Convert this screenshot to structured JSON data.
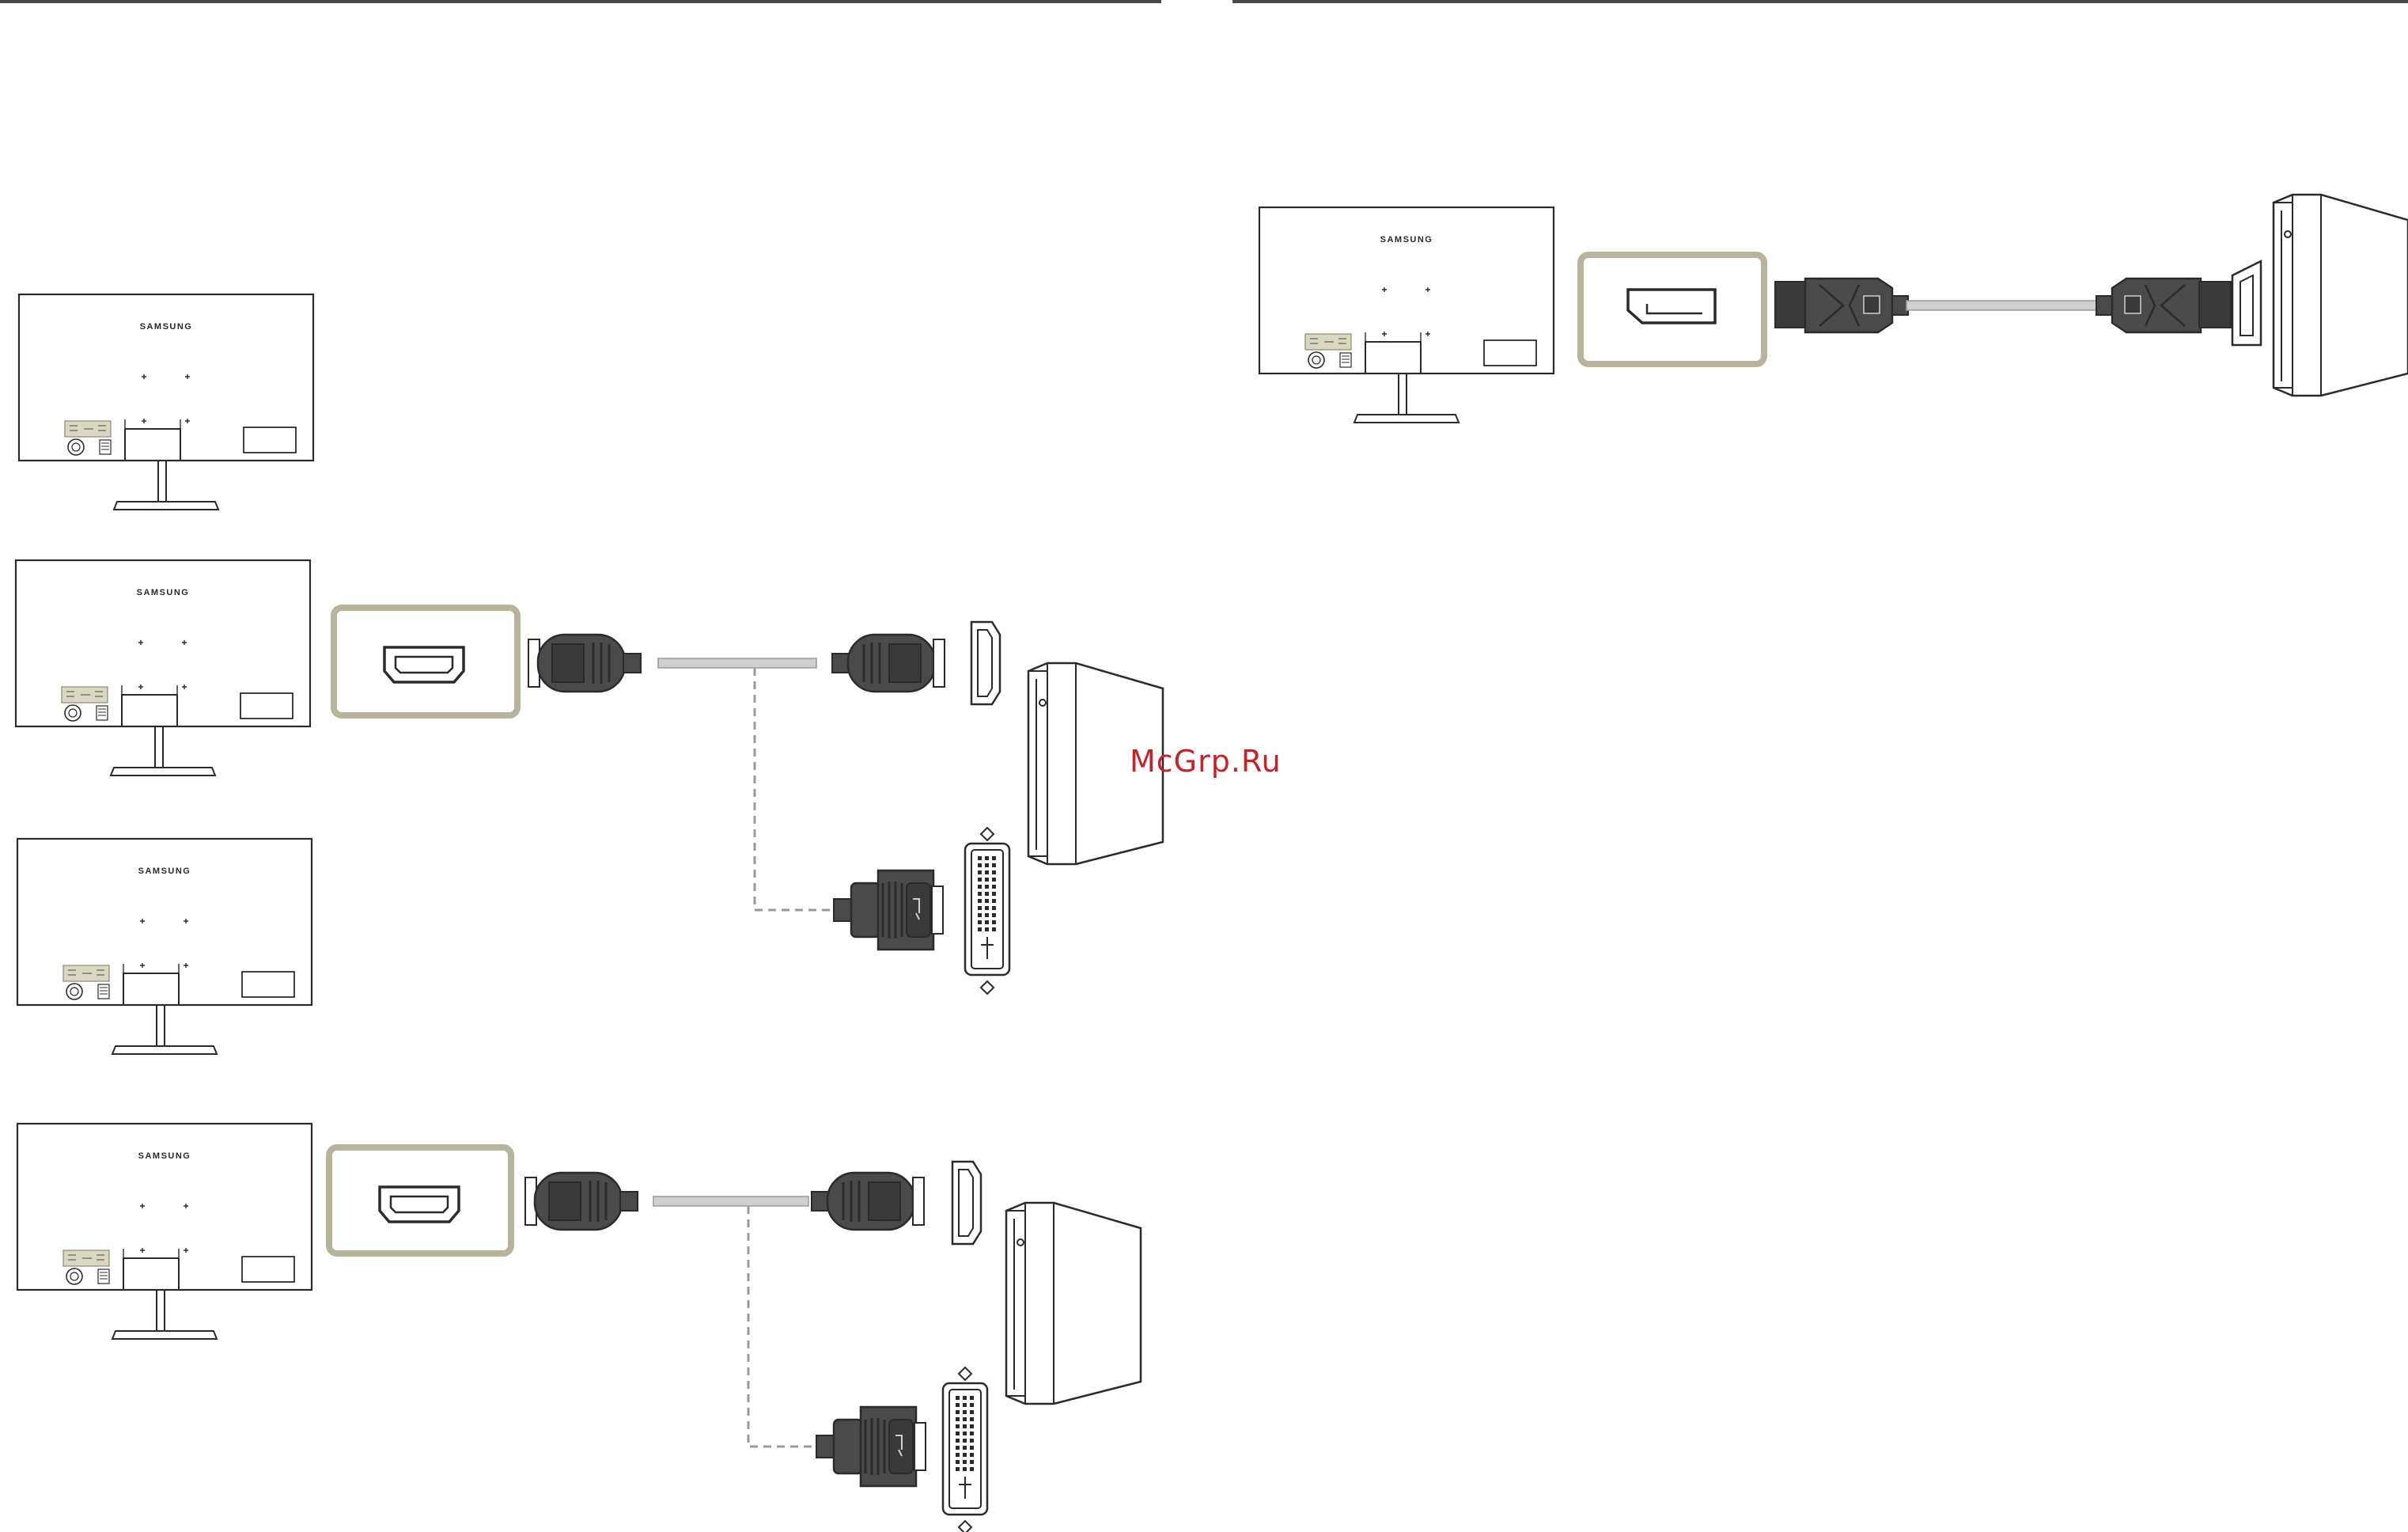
{
  "page": {
    "watermark": "McGrp.Ru",
    "colors": {
      "outline": "#2b2b2b",
      "connector_body": "#4a4a4a",
      "connector_dark": "#333333",
      "cable": "#cfcfcf",
      "port_frame": "#b8b49b",
      "port_label_area": "#d9d6c2",
      "dashed_cable": "#9a9a9a",
      "watermark": "#c9202a"
    }
  },
  "monitors": {
    "brand": "SAMSUNG"
  },
  "diagrams": [
    {
      "id": "monitor-only",
      "content": "monitor rear view"
    },
    {
      "id": "hdmi-to-hdmi-or-dvi-a",
      "ports": [
        "hdmi-icon",
        "dvi-icon"
      ],
      "cable": "hdmi-cable"
    },
    {
      "id": "monitor-only-b",
      "content": "monitor rear view"
    },
    {
      "id": "hdmi-to-hdmi-or-dvi-b",
      "ports": [
        "hdmi-icon",
        "dvi-icon"
      ],
      "cable": "hdmi-cable"
    },
    {
      "id": "displayport",
      "ports": [
        "displayport-icon"
      ],
      "cable": "displayport-cable"
    }
  ]
}
